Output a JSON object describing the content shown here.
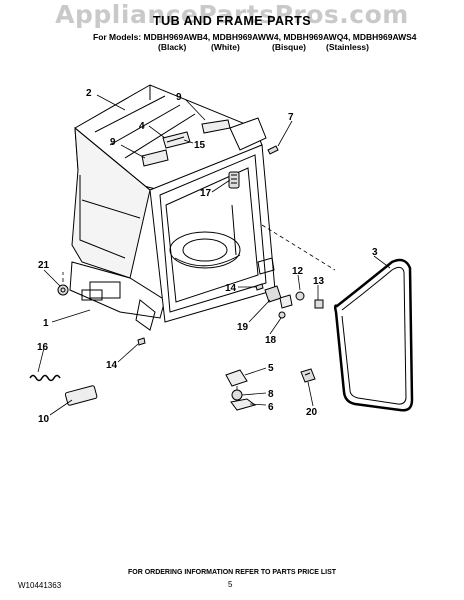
{
  "watermark": "AppliancePartsPros.com",
  "header": {
    "title": "TUB AND FRAME PARTS",
    "models_line": "For Models: MDBH969AWB4, MDBH969AWW4, MDBH969AWQ4, MDBH969AWS4",
    "colors": [
      "(Black)",
      "(White)",
      "(Bisque)",
      "(Stainless)"
    ]
  },
  "callouts": [
    "2",
    "9",
    "7",
    "4",
    "15",
    "9",
    "17",
    "3",
    "21",
    "12",
    "14",
    "13",
    "1",
    "19",
    "18",
    "16",
    "14",
    "5",
    "8",
    "6",
    "10",
    "20"
  ],
  "footer": {
    "ordering_note": "FOR ORDERING INFORMATION REFER TO PARTS PRICE LIST",
    "doc_number": "W10441363",
    "page_number": "5"
  }
}
